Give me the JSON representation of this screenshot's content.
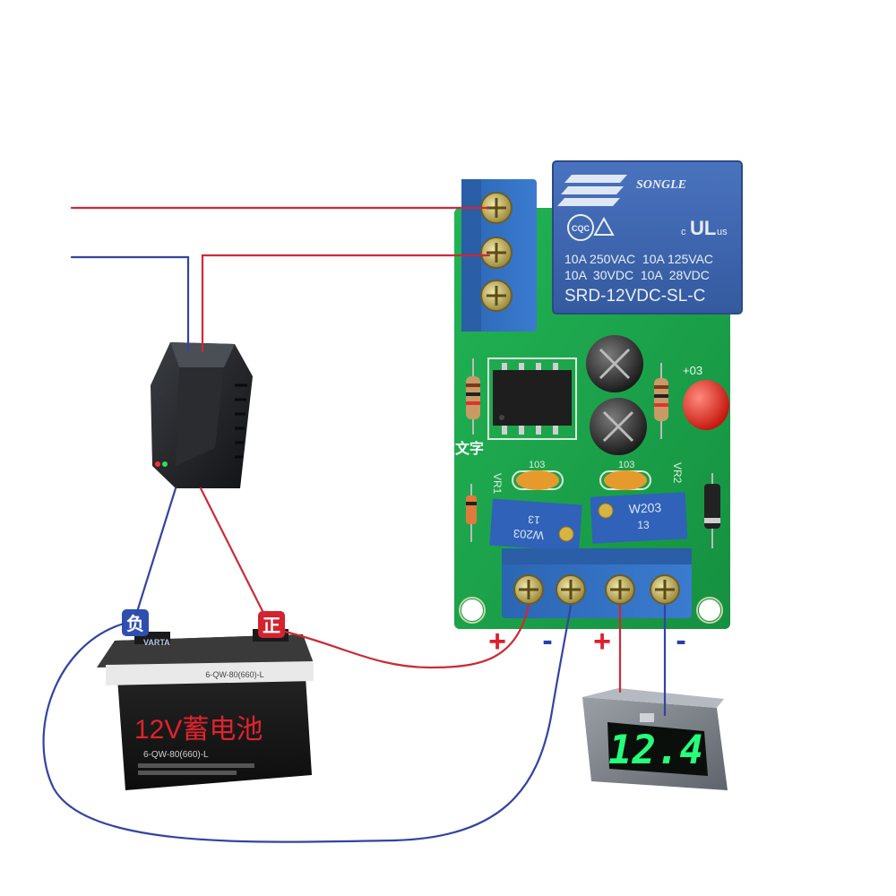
{
  "relay": {
    "brand": "SONGLE",
    "rating_1": "10A 250VAC  10A 125VAC",
    "rating_2": "10A  30VDC  10A  28VDC",
    "model": "SRD-12VDC-SL-C",
    "cert_cqc": "CQC",
    "cert_ul_c": "c",
    "cert_ul_us": "us"
  },
  "board": {
    "silk_text": "文字",
    "led_label": "+03",
    "vr1_label": "VR1",
    "vr2_label": "VR2",
    "cap1_label": "103",
    "cap2_label": "103",
    "pot1_code": "W203",
    "pot1_num": "13",
    "pot2_code": "W203",
    "pot2_num": "13"
  },
  "terminal_signs": [
    "+",
    "-",
    "+",
    "-"
  ],
  "battery": {
    "label": "12V蓄电池",
    "model": "6-QW-80(660)-L",
    "brand": "VARTA",
    "neg_tag": "负",
    "pos_tag": "正"
  },
  "voltmeter": {
    "reading": "12.4"
  },
  "colors": {
    "red_wire": "#cc2a36",
    "blue_wire": "#3344a0",
    "pcb_green": "#1aa64a",
    "relay_blue": "#3a5fa8",
    "terminal_blue": "#2f6fbf",
    "display_green": "#26ff7a"
  }
}
